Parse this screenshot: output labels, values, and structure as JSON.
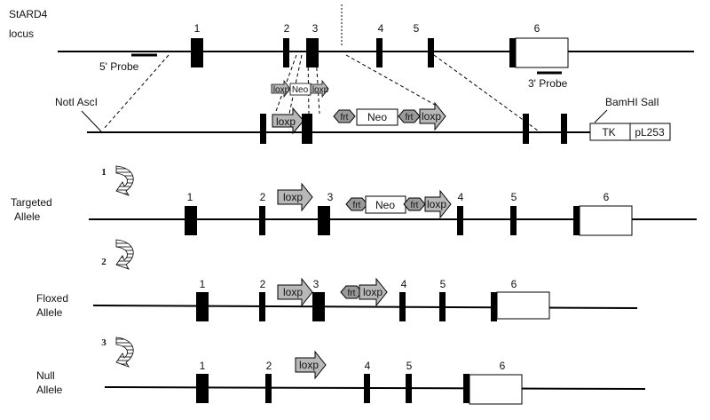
{
  "labels": {
    "locus": [
      "StARD4",
      "locus"
    ],
    "probe5": "5' Probe",
    "probe3": "3' Probe",
    "notasc": "NotI AscI",
    "bamsal": "BamHI SalI",
    "targeted": [
      "Targeted",
      "Allele"
    ],
    "floxed": [
      "Floxed",
      "Allele"
    ],
    "null": [
      "Null",
      "Allele"
    ]
  },
  "elements": {
    "loxp": "loxp",
    "frt": "frt",
    "neo": "Neo",
    "tk": "TK",
    "plasmid": "pL253"
  },
  "exons": [
    "1",
    "2",
    "3",
    "4",
    "5",
    "6"
  ],
  "steps": [
    "1",
    "2",
    "3"
  ],
  "colors": {
    "line": "#000000",
    "element_fill": "#b8b8b8",
    "frt_fill": "#9a9a9a",
    "box_fill": "#ffffff"
  }
}
